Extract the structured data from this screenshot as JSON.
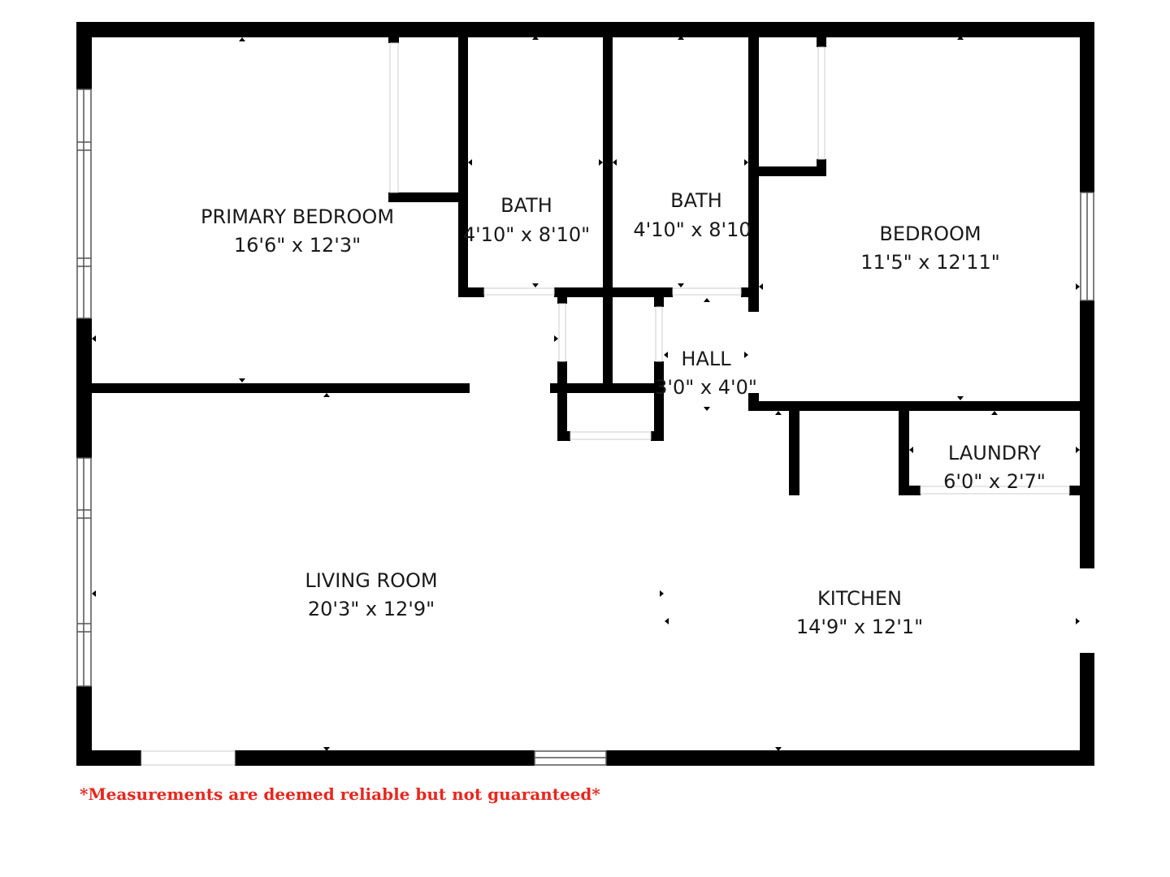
{
  "colors": {
    "wall": "#000000",
    "background": "#ffffff",
    "disclaimer": "#e8271e",
    "text": "#1a1a1a"
  },
  "rooms": {
    "primary_bedroom": {
      "name": "PRIMARY BEDROOM",
      "dims": "16'6\" x 12'3\""
    },
    "bath_1": {
      "name": "BATH",
      "dims": "4'10\" x 8'10\""
    },
    "bath_2": {
      "name": "BATH",
      "dims": "4'10\" x 8'10"
    },
    "bedroom": {
      "name": "BEDROOM",
      "dims": "11'5\" x 12'11\""
    },
    "hall": {
      "name": "HALL",
      "dims": "3'0\" x 4'0\""
    },
    "laundry": {
      "name": "LAUNDRY",
      "dims": "6'0\" x 2'7\""
    },
    "living_room": {
      "name": "LIVING ROOM",
      "dims": "20'3\" x 12'9\""
    },
    "kitchen": {
      "name": "KITCHEN",
      "dims": "14'9\" x 12'1\""
    }
  },
  "disclaimer": "*Measurements are deemed reliable but not guaranteed*"
}
